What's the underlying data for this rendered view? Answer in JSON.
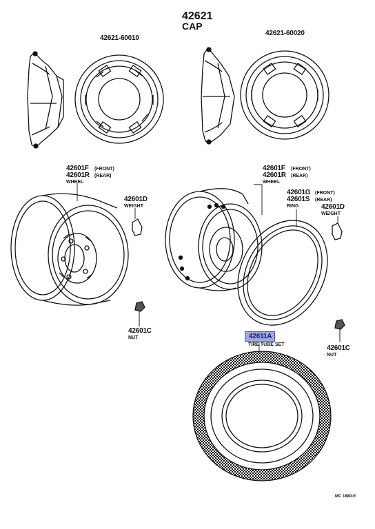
{
  "header": {
    "group_number": "42621",
    "group_name": "CAP"
  },
  "caps": [
    {
      "part_number": "42621-60010"
    },
    {
      "part_number": "42621-60020"
    }
  ],
  "callouts": {
    "wheel_left": {
      "front": "42601F",
      "front_note": "(FRONT)",
      "rear": "42601R",
      "rear_note": "(REAR)",
      "name": "WHEEL"
    },
    "weight_left": {
      "part_number": "42601D",
      "name": "WEIGHT"
    },
    "nut_left": {
      "part_number": "42601C",
      "name": "NUT"
    },
    "wheel_right": {
      "front": "42601F",
      "front_note": "(FRONT)",
      "rear": "42601R",
      "rear_note": "(REAR)",
      "name": "WHEEL"
    },
    "ring": {
      "front": "42601G",
      "front_note": "(FRONT)",
      "rear": "42601S",
      "rear_note": "(REAR)",
      "name": "RING"
    },
    "weight_right": {
      "part_number": "42601D",
      "name": "WEIGHT"
    },
    "nut_right": {
      "part_number": "42601C",
      "name": "NUT"
    },
    "tire_tube_set": {
      "part_number": "42611A",
      "name": "TIRE TUBE SET",
      "highlight_color": "#9fa7e6"
    }
  },
  "figure_code": "MC 1880-E"
}
